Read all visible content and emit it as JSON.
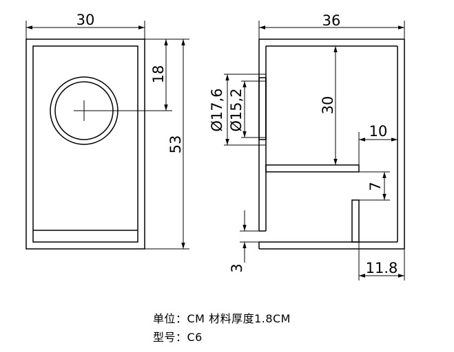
{
  "front_view": {
    "width_label": "30",
    "height_label": "53",
    "hole_offset_label": "18"
  },
  "side_view": {
    "depth_label": "36",
    "port_outer_diameter_label": "Ø17,6",
    "port_inner_diameter_label": "Ø15,2",
    "shelf_depth_label": "30",
    "gap_label": "10",
    "opening_label": "7",
    "bottom_gap_label": "3",
    "rear_offset_label": "11.8"
  },
  "notes": {
    "unit_line": "单位：CM   材料厚度1.8CM",
    "model_line": "型号：C6"
  }
}
